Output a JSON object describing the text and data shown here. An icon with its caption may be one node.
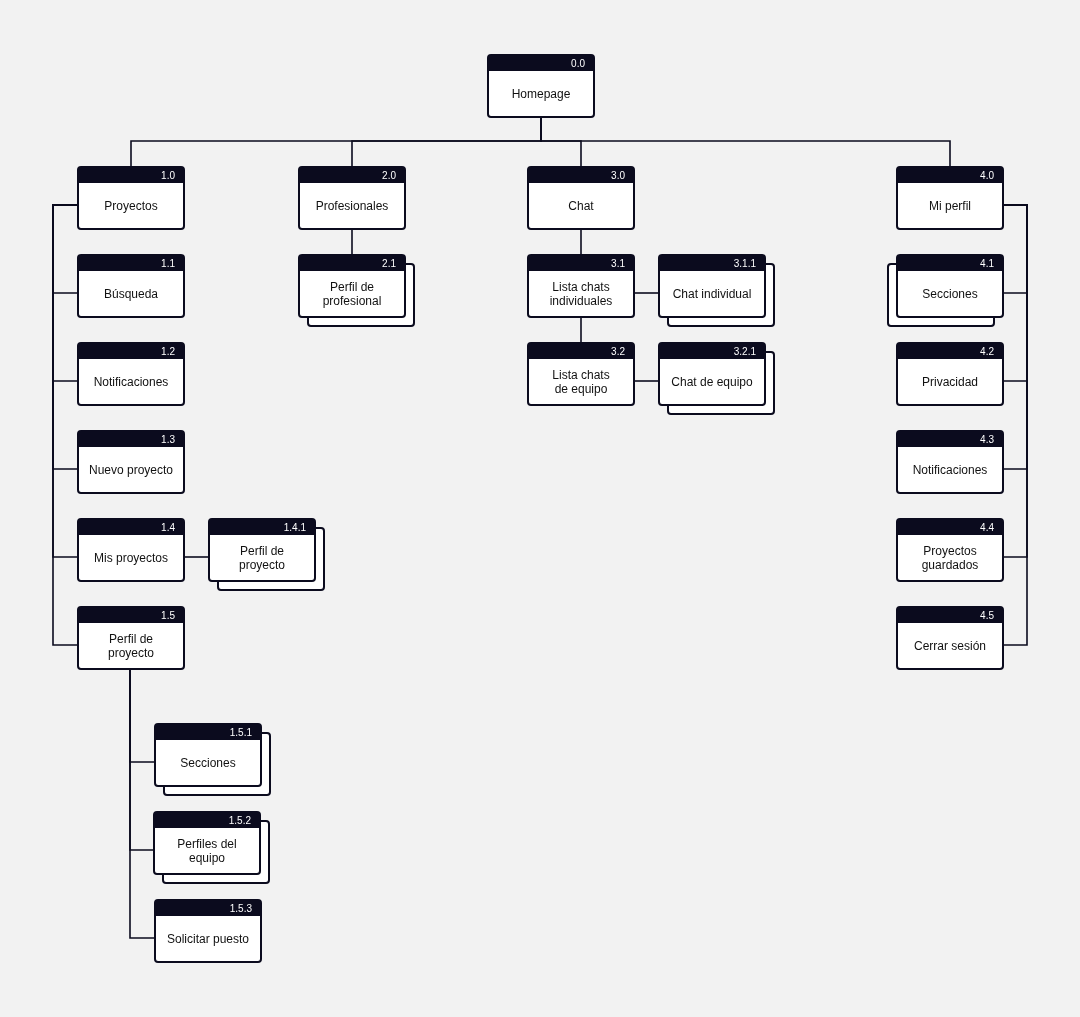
{
  "diagram": {
    "nodes": [
      {
        "text": [
          "0.0",
          "Homepage"
        ]
      },
      {
        "text": [
          "1.0",
          "Proyectos"
        ]
      },
      {
        "text": [
          "1.1",
          "Búsqueda"
        ]
      },
      {
        "text": [
          "1.2",
          "Notificaciones"
        ]
      },
      {
        "text": [
          "1.3",
          "Nuevo proyecto"
        ]
      },
      {
        "text": [
          "1.4",
          "Mis proyectos"
        ]
      },
      {
        "text": [
          "1.4.1",
          "Perfil de proyecto"
        ]
      },
      {
        "text": [
          "1.5",
          "Perfil de proyecto"
        ]
      },
      {
        "text": [
          "1.5.1",
          "Secciones"
        ]
      },
      {
        "text": [
          "1.5.2",
          "Perfiles del equipo"
        ]
      },
      {
        "text": [
          "1.5.3",
          "Solicitar puesto"
        ]
      },
      {
        "text": [
          "2.0",
          "Profesionales"
        ]
      },
      {
        "text": [
          "2.1",
          "Perfil de profesional"
        ]
      },
      {
        "text": [
          "3.0",
          "Chat"
        ]
      },
      {
        "text": [
          "3.1",
          "Lista chats individuales"
        ]
      },
      {
        "text": [
          "3.1.1",
          "Chat individual"
        ]
      },
      {
        "text": [
          "3.2",
          "Lista chats de equipo"
        ]
      },
      {
        "text": [
          "3.2.1",
          "Chat de equipo"
        ]
      },
      {
        "text": [
          "4.0",
          "Mi perfil"
        ]
      },
      {
        "text": [
          "4.1",
          "Secciones"
        ]
      },
      {
        "text": [
          "4.2",
          "Privacidad"
        ]
      },
      {
        "text": [
          "4.3",
          "Notificaciones"
        ]
      },
      {
        "text": [
          "4.4",
          "Proyectos guardados"
        ]
      },
      {
        "text": [
          "4.5",
          "Cerrar sesión"
        ]
      }
    ],
    "edges": [
      {
        "from": 0,
        "to": 1,
        "arrow": "none"
      },
      {
        "from": 0,
        "to": 11,
        "arrow": "none"
      },
      {
        "from": 0,
        "to": 13,
        "arrow": "none"
      },
      {
        "from": 0,
        "to": 18,
        "arrow": "none"
      },
      {
        "from": 1,
        "to": 2,
        "arrow": "none"
      },
      {
        "from": 1,
        "to": 3,
        "arrow": "none"
      },
      {
        "from": 1,
        "to": 4,
        "arrow": "none"
      },
      {
        "from": 1,
        "to": 5,
        "arrow": "none"
      },
      {
        "from": 1,
        "to": 7,
        "arrow": "none"
      },
      {
        "from": 5,
        "to": 6,
        "arrow": "none"
      },
      {
        "from": 7,
        "to": 8,
        "arrow": "none"
      },
      {
        "from": 7,
        "to": 9,
        "arrow": "none"
      },
      {
        "from": 7,
        "to": 10,
        "arrow": "none"
      },
      {
        "from": 11,
        "to": 12,
        "arrow": "none"
      },
      {
        "from": 13,
        "to": 14,
        "arrow": "none"
      },
      {
        "from": 14,
        "to": 15,
        "arrow": "none"
      },
      {
        "from": 14,
        "to": 16,
        "arrow": "none"
      },
      {
        "from": 16,
        "to": 17,
        "arrow": "none"
      },
      {
        "from": 18,
        "to": 19,
        "arrow": "none"
      },
      {
        "from": 18,
        "to": 20,
        "arrow": "none"
      },
      {
        "from": 18,
        "to": 21,
        "arrow": "none"
      },
      {
        "from": 18,
        "to": 22,
        "arrow": "none"
      },
      {
        "from": 18,
        "to": 23,
        "arrow": "none"
      }
    ]
  }
}
